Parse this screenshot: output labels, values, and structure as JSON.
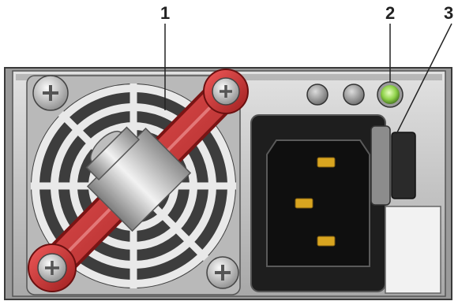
{
  "callouts": [
    {
      "number": "1"
    },
    {
      "number": "2"
    },
    {
      "number": "3"
    }
  ],
  "colors": {
    "chassis": "#c9c9c9",
    "handle_red": "#d63a3a",
    "led_green": "#8fd24a",
    "socket_black": "#1e1e1e",
    "pin_gold": "#d9a520"
  },
  "icons": [
    "fan-grille-icon",
    "screw-icon",
    "handle-icon",
    "power-led-icon",
    "ac-inlet-icon",
    "release-latch-icon"
  ]
}
